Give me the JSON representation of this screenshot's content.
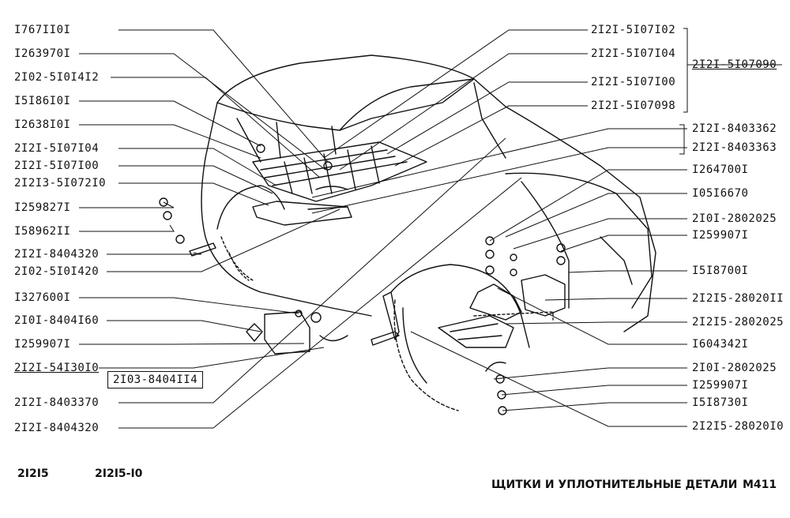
{
  "left_labels": [
    {
      "text": "I767II0I"
    },
    {
      "text": "I263970I"
    },
    {
      "text": "2I02-5I0I4I2"
    },
    {
      "text": "I5I86I0I"
    },
    {
      "text": "I2638I0I"
    },
    {
      "text": "2I2I-5I07I04"
    },
    {
      "text": "2I2I-5I07I00"
    },
    {
      "text": "2I2I3-5I072I0"
    },
    {
      "text": "I259827I"
    },
    {
      "text": "I58962II"
    },
    {
      "text": "2I2I-8404320"
    },
    {
      "text": "2I02-5I0I420"
    },
    {
      "text": "I327600I"
    },
    {
      "text": "2I0I-8404I60"
    },
    {
      "text": "I259907I"
    },
    {
      "text": "2I2I-54I30I0"
    },
    {
      "text": "2I2I-8403370"
    },
    {
      "text": "2I2I-8404320"
    }
  ],
  "boxed_label": "2I03-8404II4",
  "right_labels": [
    {
      "text": "2I2I-5I07I02"
    },
    {
      "text": "2I2I-5I07I04"
    },
    {
      "text": "2I2I-5I07I00"
    },
    {
      "text": "2I2I-5I07098"
    },
    {
      "text": "2I2I-8403362"
    },
    {
      "text": "2I2I-8403363"
    },
    {
      "text": "I264700I"
    },
    {
      "text": "I05I6670"
    },
    {
      "text": "2I0I-2802025"
    },
    {
      "text": "I259907I"
    },
    {
      "text": "I5I8700I"
    },
    {
      "text": "2I2I5-28020II"
    },
    {
      "text": "2I2I5-2802025"
    },
    {
      "text": "I604342I"
    },
    {
      "text": "2I0I-2802025"
    },
    {
      "text": "I259907I"
    },
    {
      "text": "I5I8730I"
    },
    {
      "text": "2I2I5-28020I0"
    }
  ],
  "group_label": "2I2I-5I07090",
  "footer": {
    "model_1": "2I2I5",
    "model_2": "2I2I5-I0",
    "title": "ЩИТКИ И УПЛОТНИТЕЛЬНЫЕ ДЕТАЛИ",
    "page_code": "M411"
  }
}
